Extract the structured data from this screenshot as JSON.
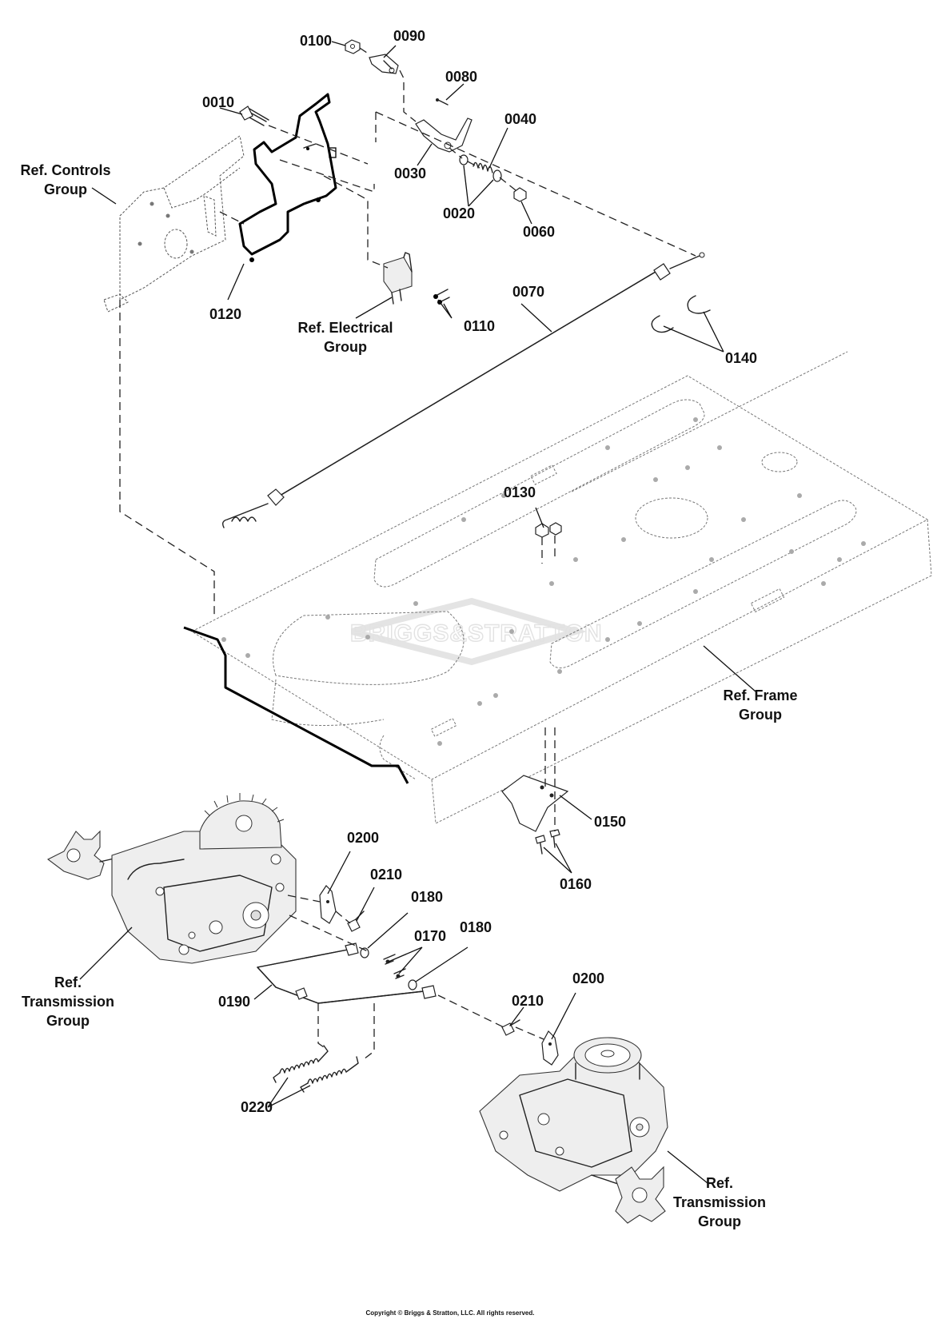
{
  "labels": {
    "p0100": "0100",
    "p0090": "0090",
    "p0080": "0080",
    "p0010": "0010",
    "p0040": "0040",
    "p0030": "0030",
    "p0020": "0020",
    "p0060": "0060",
    "p0120": "0120",
    "p0110": "0110",
    "p0070": "0070",
    "p0140": "0140",
    "p0130": "0130",
    "p0150": "0150",
    "p0160": "0160",
    "p0200a": "0200",
    "p0210a": "0210",
    "p0180a": "0180",
    "p0170": "0170",
    "p0180b": "0180",
    "p0190": "0190",
    "p0210b": "0210",
    "p0200b": "0200",
    "p0220": "0220"
  },
  "refs": {
    "controls": [
      "Ref. Controls",
      "Group"
    ],
    "electrical": [
      "Ref. Electrical",
      "Group"
    ],
    "frame": [
      "Ref. Frame",
      "Group"
    ],
    "trans_left": [
      "Ref.",
      "Transmission",
      "Group"
    ],
    "trans_right": [
      "Ref.",
      "Transmission",
      "Group"
    ]
  },
  "watermark": "BRIGGS&STRATTON",
  "copyright": "Copyright © Briggs & Stratton, LLC. All rights reserved."
}
